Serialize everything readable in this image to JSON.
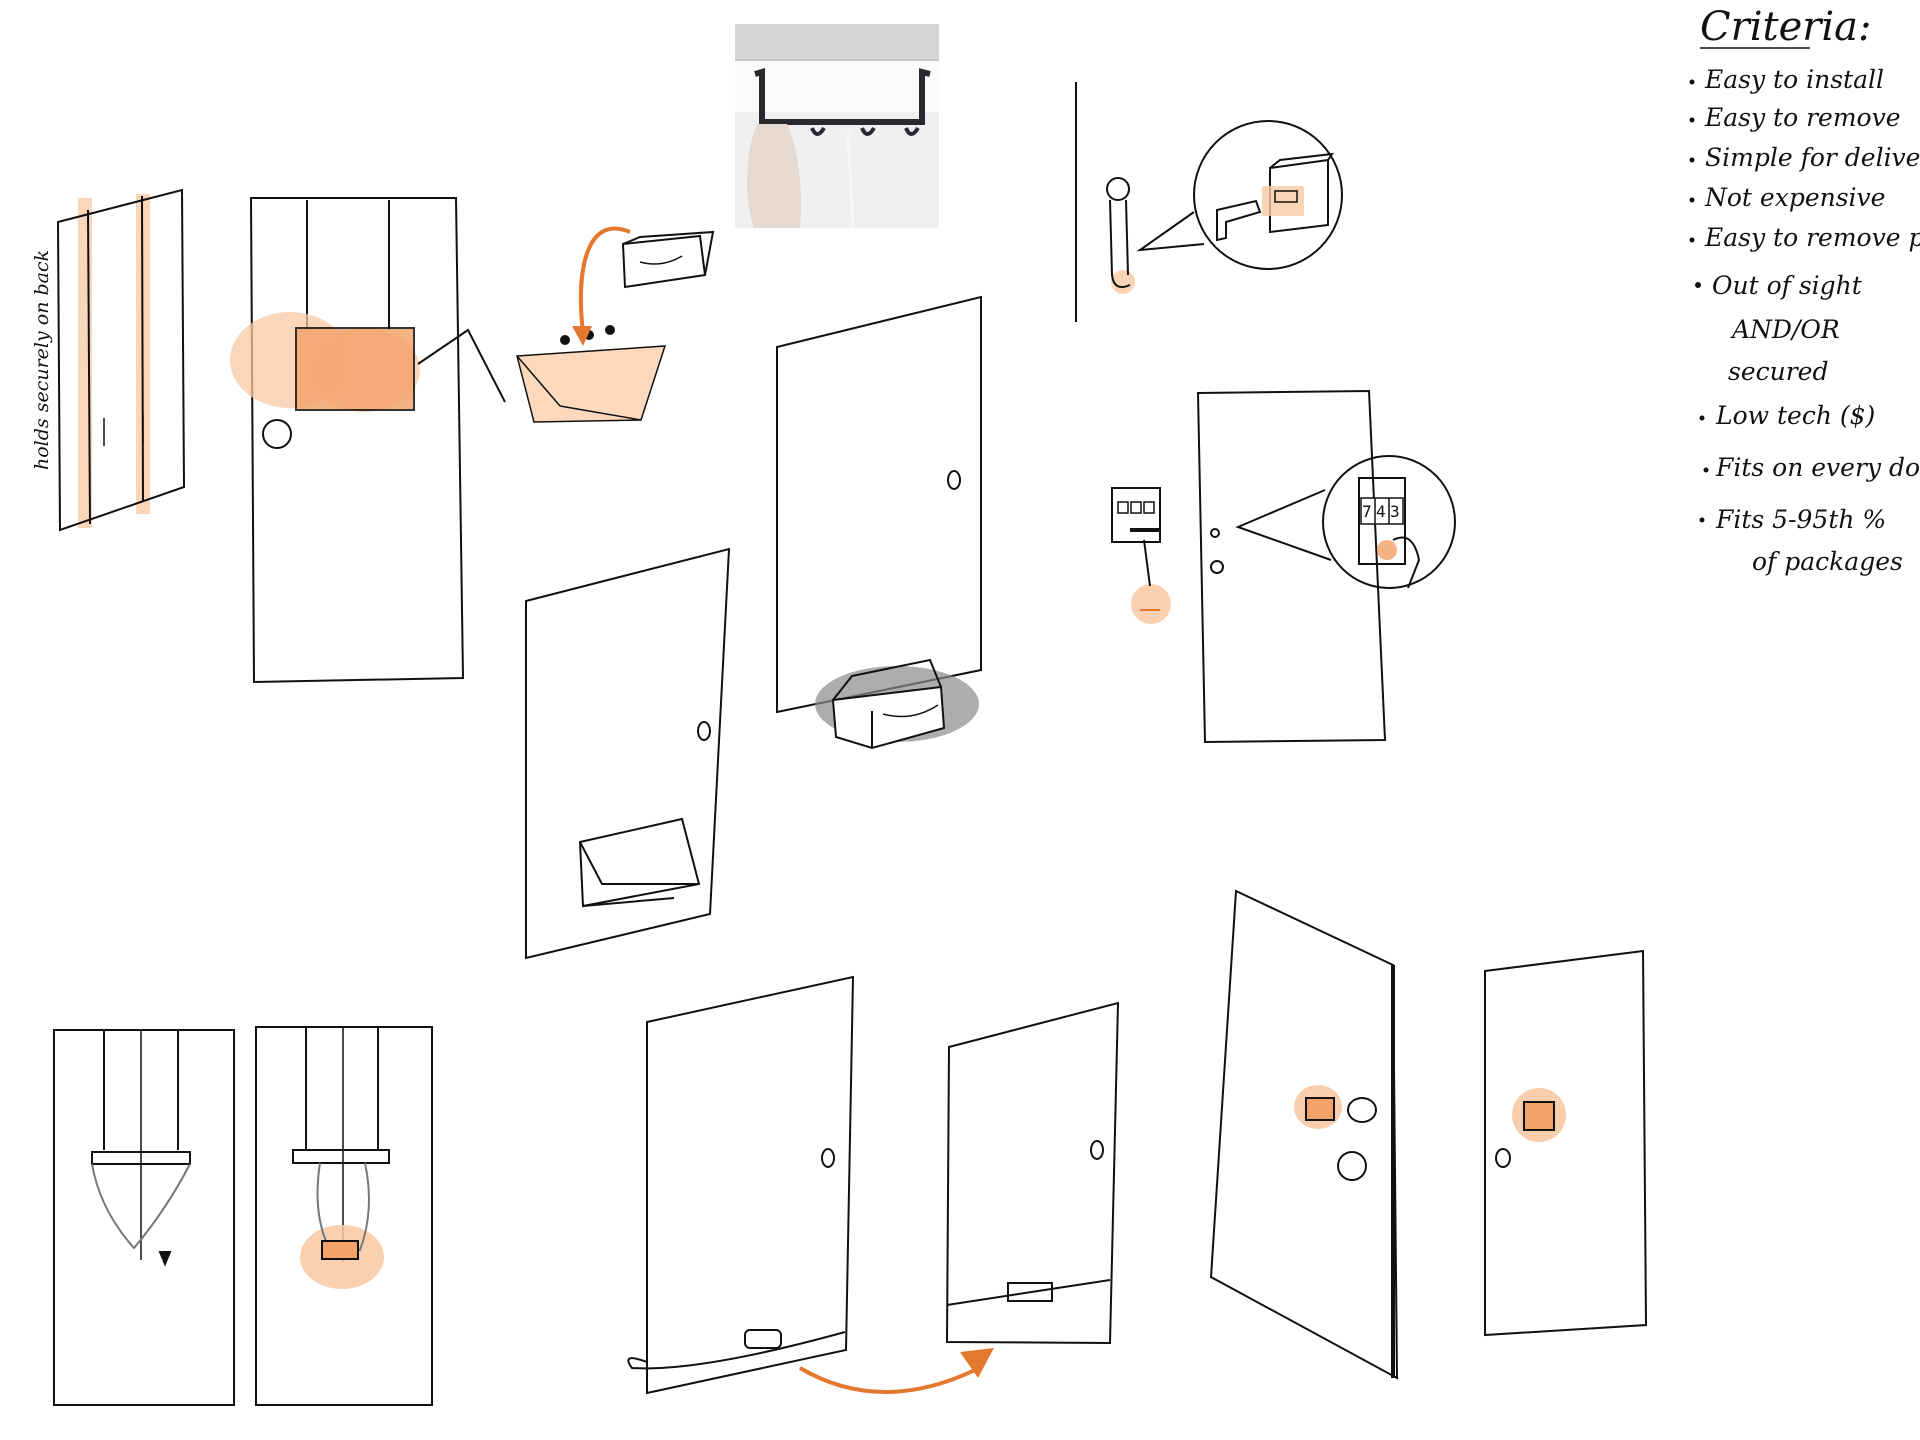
{
  "side_note": "holds securely on back",
  "criteria": {
    "title": "Criteria:",
    "items": [
      "Easy to install",
      "Easy to remove",
      "Simple for deliverer",
      "Not expensive",
      "Easy to remove package",
      "Out of sight",
      "AND/OR",
      "secured",
      "Low tech ($)",
      "Fits on every door",
      "Fits 5-95th %",
      "of packages"
    ]
  },
  "keypad_digits": [
    "7",
    "4",
    "3"
  ],
  "colors": {
    "ink": "#111111",
    "accent": "#f0a064",
    "accent_dark": "#e5782f",
    "accent_light": "#f8c9a3",
    "gray": "#8a8a8a"
  }
}
